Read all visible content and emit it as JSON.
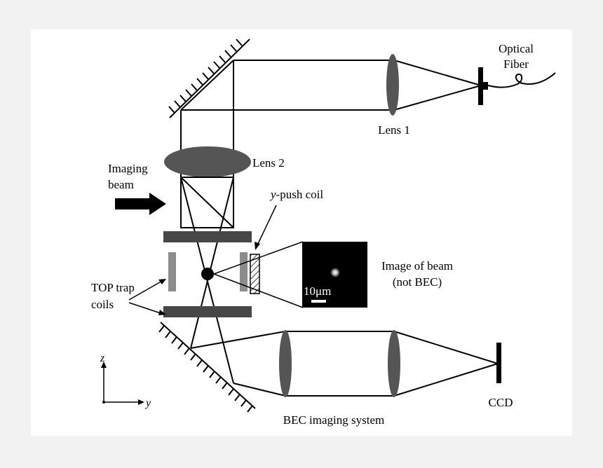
{
  "labels": {
    "optical_fiber_line1": "Optical",
    "optical_fiber_line2": "Fiber",
    "lens1": "Lens 1",
    "lens2": "Lens 2",
    "imaging_beam_line1": "Imaging",
    "imaging_beam_line2": "beam",
    "ypush_italic": "y",
    "ypush_rest": "-push coil",
    "image_of_beam_line1": "Image of beam",
    "image_of_beam_line2": "(not BEC)",
    "scale_bar": "10μm",
    "top_trap_line1": "TOP trap",
    "top_trap_line2": "coils",
    "axis_z": "z",
    "axis_y": "y",
    "ccd": "CCD",
    "bec_imaging_system": "BEC imaging system"
  },
  "colors": {
    "background": "#f2f2f2",
    "canvas": "#ffffff",
    "lens_fill": "#555555",
    "coil_dark": "#474747",
    "coil_light": "#8c8c8c",
    "inset_background": "#000000"
  }
}
